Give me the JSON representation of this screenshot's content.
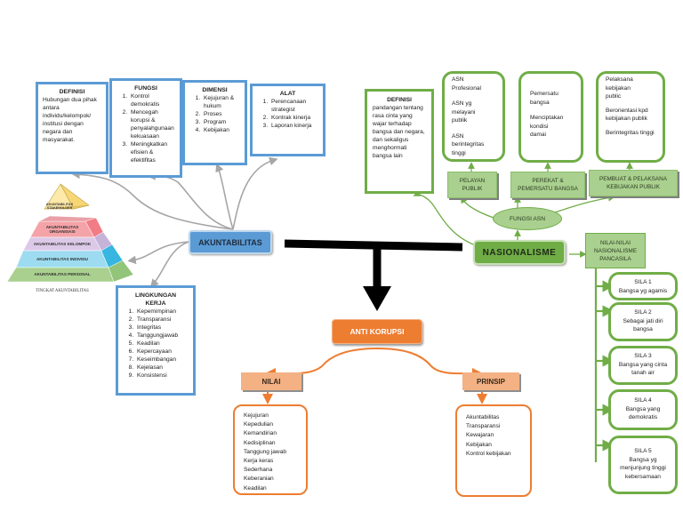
{
  "akuntabilitas": {
    "label": "AKUNTABILITAS",
    "definisi": {
      "title": "DEFINISI",
      "text": "Hubungan dua pihak antara individu/kelompok/ institusi dengan negara dan masyarakat."
    },
    "fungsi": {
      "title": "FUNGSI",
      "items": [
        "Kontrol demokratis",
        "Mencegah korupsi & penyalahgunaan kekuasaan",
        "Meningkatkan efisien & efektifitas"
      ]
    },
    "dimensi": {
      "title": "DIMENSI",
      "items": [
        "Kejujuran & hukum",
        "Proses",
        "Program",
        "Kebijakan"
      ]
    },
    "alat": {
      "title": "ALAT",
      "items": [
        "Perencanaan strategist",
        "Kontrak kinerja",
        "Laporan kinerja"
      ]
    },
    "lingkungan": {
      "title": "LINGKUNGAN KERJA",
      "items": [
        "Kepemimpinan",
        "Transparansi",
        "Integritas",
        "Tanggungjawab",
        "Keadilan",
        "Kepercayaan",
        "Keseimbangan",
        "Kejelasan",
        "Konsistensi"
      ]
    },
    "pyramid": {
      "caption": "TINGKAT AKUNTABILITAS",
      "levels": [
        "AKUNTABILITAS STAKEHOLDER",
        "AKUNTABILITAS ORGANISASI",
        "AKUNTABILITAS KELOMPOK",
        "AKUNTABILITAS INDIVIDU",
        "AKUNTABILITAS PERSONAL"
      ],
      "colors": [
        "#fde9a9",
        "#f4a3a8",
        "#d9c8e8",
        "#9ddcf0",
        "#b5dba0"
      ]
    }
  },
  "nasionalisme": {
    "label": "NASIONALISME",
    "definisi": {
      "title": "DEFINISI",
      "text": "pandangan tentang rasa cinta yang wajar terhadap bangsa dan negara, dan sekaligus menghormati bangsa lain"
    },
    "fungsi_asn": "FUNGSI ASN",
    "fungsi": [
      {
        "label": "PELAYAN PUBLIK",
        "details": [
          "ASN Profesional",
          "ASN yg melayani publik",
          "ASN berintegritas tinggi"
        ]
      },
      {
        "label": "PEREKAT & PEMERSATU BANGSA",
        "details": [
          "Pemersatu bangsa",
          "Menciptakan kondisi damai"
        ]
      },
      {
        "label": "PEMBUAT & PELAKSANA KEBIJAKAN PUBLIK",
        "details": [
          "Pelaksana kebijakan public",
          "Berorientasi kpd kebijakan publik",
          "Berintegritas tinggi"
        ]
      }
    ],
    "nilai_pancasila": "NILAI-NILAI NASIONALISME PANCASILA",
    "sila": [
      {
        "title": "SILA 1",
        "text": "Bangsa yg agamis"
      },
      {
        "title": "SILA 2",
        "text": "Sebagai jati diri bangsa"
      },
      {
        "title": "SILA 3",
        "text": "Bangsa yang cinta tanah air"
      },
      {
        "title": "SILA 4",
        "text": "Bangsa yang demokratis"
      },
      {
        "title": "SILA 5",
        "text": "Bangsa yg menjunjung tinggi kebersamaan"
      }
    ]
  },
  "anti_korupsi": {
    "label": "ANTI KORUPSI",
    "nilai": {
      "label": "NILAI",
      "items": [
        "Kejujuran",
        "Kepedulian",
        "Kemandirian",
        "Kedisiplinan",
        "Tanggung jawab",
        "Kerja keras",
        "Sederhana",
        "Keberanian",
        "Keadilan"
      ]
    },
    "prinsip": {
      "label": "PRINSIP",
      "items": [
        "Akuntabilitas",
        "Transparansi",
        "Kewajaran",
        "Kebijakan",
        "Kontrol kebijakan"
      ]
    }
  },
  "colors": {
    "blue": "#5b9bd5",
    "green": "#70ad47",
    "light_green": "#a9d08e",
    "orange": "#ed7d31",
    "light_orange": "#f4b183"
  }
}
